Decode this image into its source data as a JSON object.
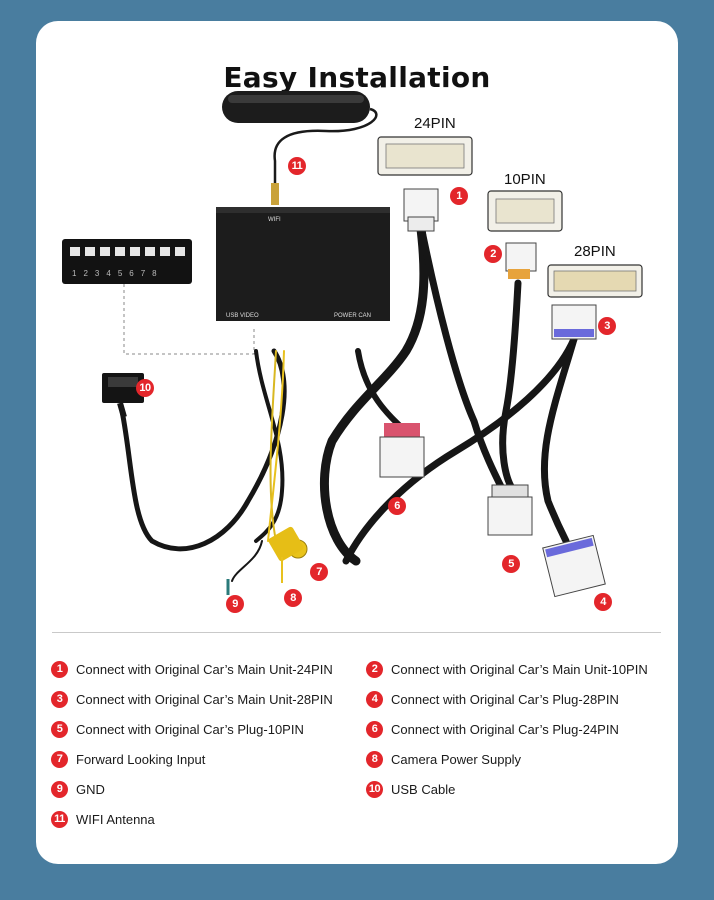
{
  "title": "Easy Installation",
  "pin_labels": {
    "pin24": "24PIN",
    "pin10": "10PIN",
    "pin28": "28PIN"
  },
  "box_labels": {
    "wifi": "WIFI",
    "usb_video": "USB VIDEO",
    "power_can": "POWER CAN",
    "dip": [
      "1",
      "2",
      "3",
      "4",
      "5",
      "6",
      "7",
      "8"
    ]
  },
  "legend": [
    {
      "num": "1",
      "text": "Connect with Original Car’s Main Unit-24PIN"
    },
    {
      "num": "2",
      "text": "Connect with Original Car’s Main Unit-10PIN"
    },
    {
      "num": "3",
      "text": "Connect with Original Car’s Main Unit-28PIN"
    },
    {
      "num": "4",
      "text": "Connect with Original Car’s Plug-28PIN"
    },
    {
      "num": "5",
      "text": "Connect with Original Car’s Plug-10PIN"
    },
    {
      "num": "6",
      "text": "Connect with Original Car’s Plug-24PIN"
    },
    {
      "num": "7",
      "text": "Forward Looking Input"
    },
    {
      "num": "8",
      "text": "Camera Power Supply"
    },
    {
      "num": "9",
      "text": "GND"
    },
    {
      "num": "10",
      "text": "USB Cable"
    },
    {
      "num": "11",
      "text": "WIFI Antenna"
    }
  ],
  "colors": {
    "background": "#497d9f",
    "badge": "#e3262b",
    "card": "#ffffff"
  }
}
